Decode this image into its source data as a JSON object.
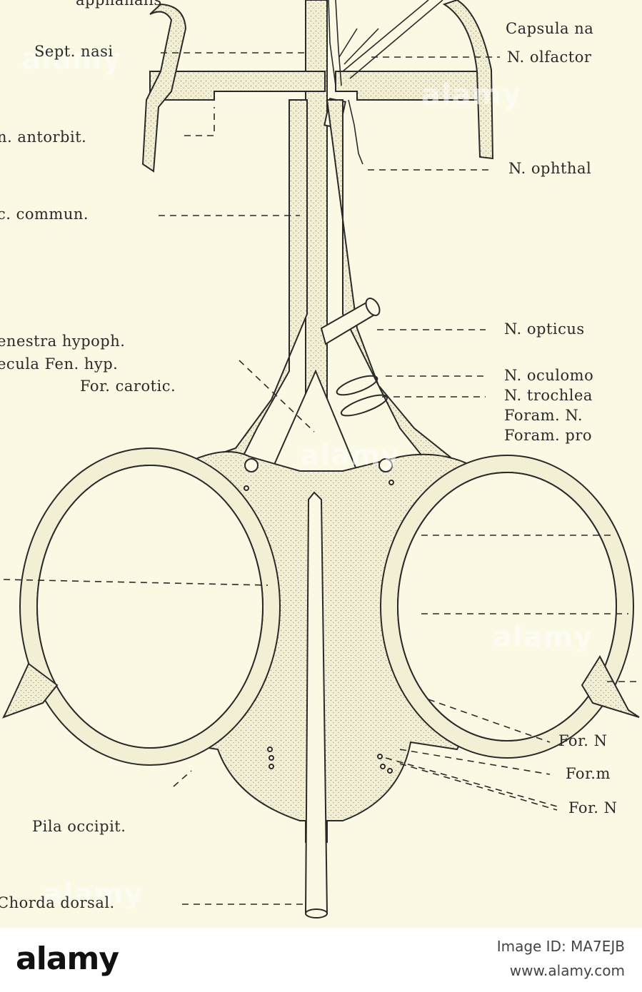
{
  "labels": {
    "left": {
      "top_cut": "apphanalis",
      "sept_nasi": "Sept. nasi",
      "antorbit": "n. antorbit.",
      "commun": "c. commun.",
      "fenestra": "enestra hypoph.",
      "trabecula": "ecula Fen. hyp.",
      "for_carotic": "For. carotic.",
      "pila_occipit": "Pila occipit.",
      "chorda_dorsal": "Chorda dorsal."
    },
    "right": {
      "capsula": "Capsula na",
      "olfactor": "N. olfactor",
      "ophthal": "N. ophthal",
      "opticus": "N. opticus",
      "oculomo": "N. oculomo",
      "trochlea": "N. trochlea",
      "foram_n": "Foram. N.",
      "foram_pro": "Foram. pro",
      "for_n_1": "For. N",
      "for_m": "For.m",
      "for_n_2": "For. N"
    }
  },
  "watermark": {
    "text": "alamy"
  },
  "footer": {
    "brand": "alamy",
    "image_id": "Image ID: MA7EJB",
    "url": "www.alamy.com"
  },
  "colors": {
    "background": "#fbf8e3",
    "ink": "#2a2a2a",
    "cartilage_fill": "#f3efd5",
    "stipple": "#9a9276"
  }
}
